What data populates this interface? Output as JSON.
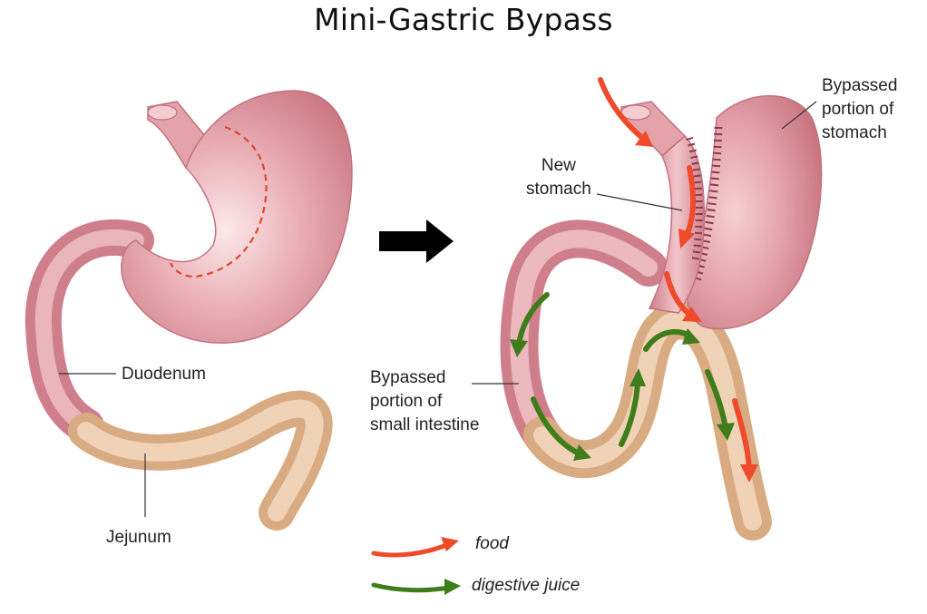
{
  "title": "Mini-Gastric Bypass",
  "labels": {
    "duodenum": "Duodenum",
    "jejunum": "Jejunum",
    "new_stomach": [
      "New",
      "stomach"
    ],
    "bypassed_stomach": [
      "Bypassed",
      "portion of",
      "stomach"
    ],
    "bypassed_intestine": [
      "Bypassed",
      "portion of",
      "small intestine"
    ]
  },
  "legend": [
    {
      "label": "food",
      "color": "#ef4a2a"
    },
    {
      "label": "digestive juice",
      "color": "#3e7d1a"
    }
  ],
  "colors": {
    "stomach": "#e9a8ae",
    "stomach_shade": "#c66f7c",
    "intestine": "#ecc6a2",
    "intestine_shade": "#cfa27c",
    "food_arrow": "#ef4a2a",
    "juice_arrow": "#3e7d1a",
    "transition_arrow": "#000000"
  }
}
